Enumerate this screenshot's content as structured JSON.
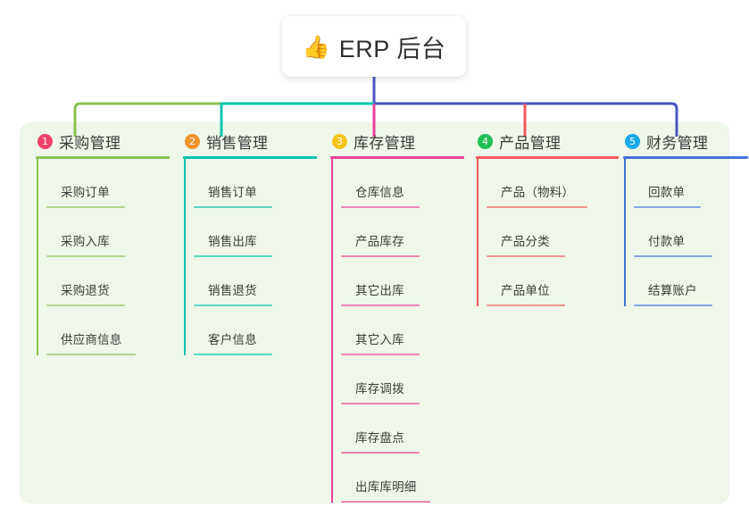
{
  "diagram": {
    "type": "mind-map",
    "canvas": {
      "background": "#ffffff",
      "panel_color": "#eef7e9"
    },
    "root": {
      "icon": "thumbs-up-icon",
      "emoji": "👍",
      "title": "ERP 后台",
      "trunk_color": "#4a55c4"
    },
    "columns": [
      {
        "index": "1",
        "badge_color": "#f0426b",
        "line_color": "#8cc152",
        "title": "采购管理",
        "items": [
          "采购订单",
          "采购入库",
          "采购退货",
          "供应商信息"
        ]
      },
      {
        "index": "2",
        "badge_color": "#f0932b",
        "line_color": "#00c4ac",
        "title": "销售管理",
        "items": [
          "销售订单",
          "销售出库",
          "销售退货",
          "客户信息"
        ]
      },
      {
        "index": "3",
        "badge_color": "#f5c518",
        "line_color": "#e8409a",
        "title": "库存管理",
        "items": [
          "仓库信息",
          "产品库存",
          "其它出库",
          "其它入库",
          "库存调拨",
          "库存盘点",
          "出库库明细"
        ]
      },
      {
        "index": "4",
        "badge_color": "#20bf55",
        "line_color": "#f4585c",
        "title": "产品管理",
        "items": [
          "产品（物料）",
          "产品分类",
          "产品单位"
        ]
      },
      {
        "index": "5",
        "badge_color": "#1aa9e8",
        "line_color": "#4472d8",
        "title": "财务管理",
        "items": [
          "回款单",
          "付款单",
          "结算账户"
        ]
      }
    ]
  }
}
